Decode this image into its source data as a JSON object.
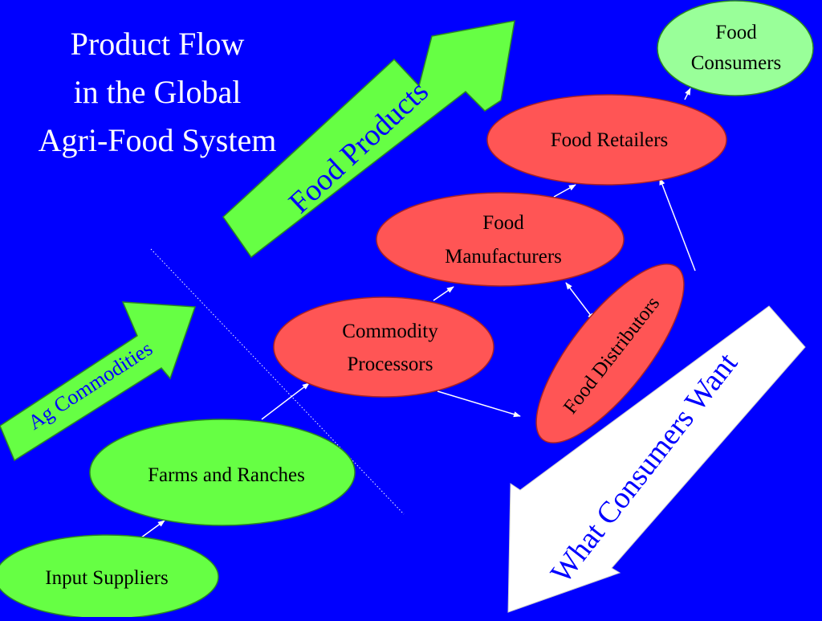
{
  "title": {
    "line1": "Product Flow",
    "line2": "in the Global",
    "line3": "Agri-Food System"
  },
  "arrows": {
    "food_products": "Food Products",
    "ag_commodities": "Ag Commodities",
    "what_consumers_want": "What Consumers Want"
  },
  "nodes": {
    "input_suppliers": "Input Suppliers",
    "farms_and_ranches": "Farms and Ranches",
    "commodity_processors": {
      "line1": "Commodity",
      "line2": "Processors"
    },
    "food_manufacturers": {
      "line1": "Food",
      "line2": "Manufacturers"
    },
    "food_distributors": "Food Distributors",
    "food_retailers": "Food Retailers",
    "food_consumers": {
      "line1": "Food",
      "line2": "Consumers"
    }
  },
  "colors": {
    "background": "#0000ff",
    "green_node": "#66ff44",
    "red_node": "#ff5555",
    "light_green_node": "#99ff99",
    "white_arrow": "#ffffff",
    "connector": "#ffffff"
  }
}
